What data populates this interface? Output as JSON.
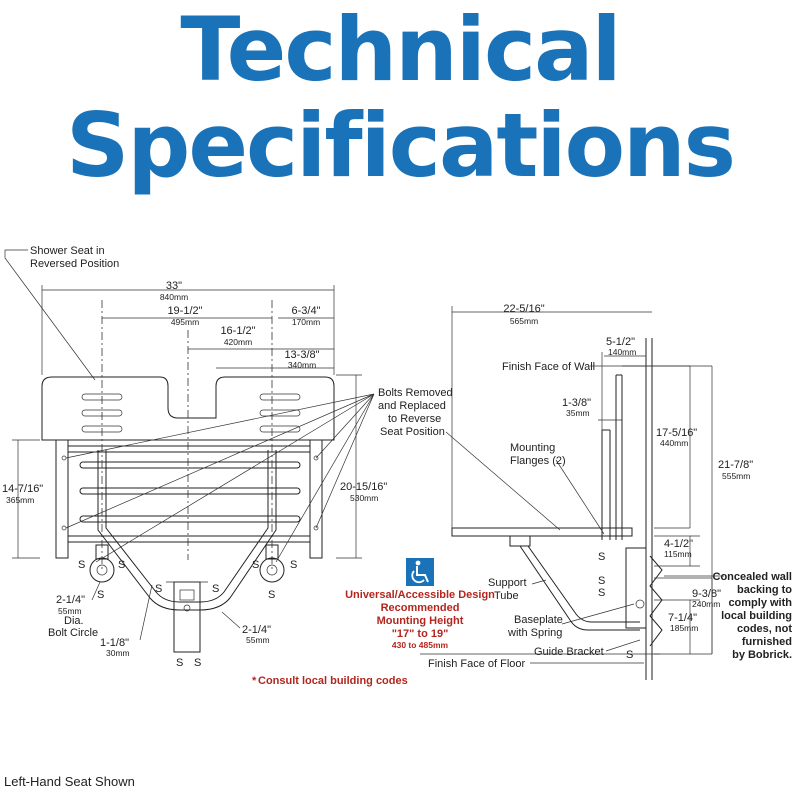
{
  "header": {
    "line1": "Technical",
    "line2": "Specifications"
  },
  "front_view": {
    "reversed_label": [
      "Shower Seat in",
      "Reversed Position"
    ],
    "dims": [
      {
        "in": "33\"",
        "mm": "840mm"
      },
      {
        "in": "19-1/2\"",
        "mm": "495mm"
      },
      {
        "in": "6-3/4\"",
        "mm": "170mm"
      },
      {
        "in": "16-1/2\"",
        "mm": "420mm"
      },
      {
        "in": "13-3/8\"",
        "mm": "340mm"
      },
      {
        "in": "14-7/16\"",
        "mm": "365mm"
      },
      {
        "in": "20-15/16\"",
        "mm": "530mm"
      },
      {
        "in": "2-1/4\"",
        "mm": "55mm"
      },
      {
        "in": "1-1/8\"",
        "mm": "30mm"
      },
      {
        "in": "2-1/4\"",
        "mm": "55mm"
      }
    ],
    "bolt_circle": [
      "Dia.",
      "Bolt Circle"
    ],
    "bolts_note": [
      "Bolts Removed",
      "and Replaced",
      "to Reverse",
      "Seat Position"
    ],
    "s_mark": "S"
  },
  "side_view": {
    "dims": [
      {
        "in": "22-5/16\"",
        "mm": "565mm"
      },
      {
        "in": "5-1/2\"",
        "mm": "140mm"
      },
      {
        "in": "1-3/8\"",
        "mm": "35mm"
      },
      {
        "in": "17-5/16\"",
        "mm": "440mm"
      },
      {
        "in": "21-7/8\"",
        "mm": "555mm"
      },
      {
        "in": "4-1/2\"",
        "mm": "115mm"
      },
      {
        "in": "9-3/8\"",
        "mm": "240mm"
      },
      {
        "in": "7-1/4\"",
        "mm": "185mm"
      }
    ],
    "labels": {
      "finish_wall": "Finish Face of Wall",
      "mounting": [
        "Mounting",
        "Flanges (2)"
      ],
      "support": [
        "Support",
        "Tube"
      ],
      "baseplate": [
        "Baseplate",
        "with Spring"
      ],
      "guide": "Guide Bracket",
      "floor": "Finish Face of Floor"
    },
    "concealed": [
      "Concealed wall",
      "backing to",
      "comply with",
      "local building",
      "codes, not",
      "furnished",
      "by Bobrick."
    ]
  },
  "ada": {
    "lines": [
      "Universal/Accessible Design",
      "Recommended",
      "Mounting Height",
      "\"17\" to 19\"",
      "430 to 485mm"
    ],
    "icon": "wheelchair-icon",
    "color": "#b3261e",
    "icon_bg": "#1a73b8"
  },
  "note": {
    "star": "*",
    "text": "Consult local building codes"
  },
  "footer": "Left-Hand Seat Shown"
}
